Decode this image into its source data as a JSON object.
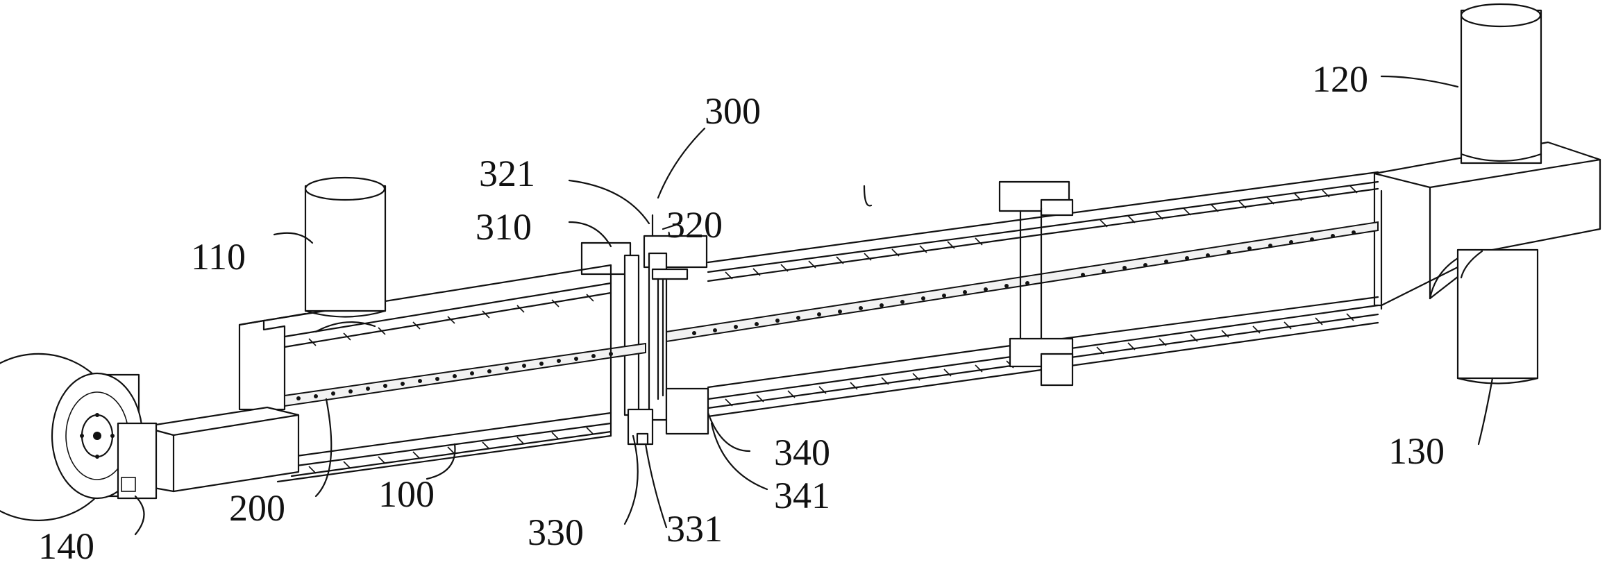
{
  "figure": {
    "background": "#ffffff",
    "line_color": "#111111"
  },
  "labels": {
    "l100": "100",
    "l110": "110",
    "l120": "120",
    "l130": "130",
    "l140": "140",
    "l200": "200",
    "l300": "300",
    "l310": "310",
    "l320": "320",
    "l321": "321",
    "l330": "330",
    "l331": "331",
    "l340": "340",
    "l341": "341"
  }
}
